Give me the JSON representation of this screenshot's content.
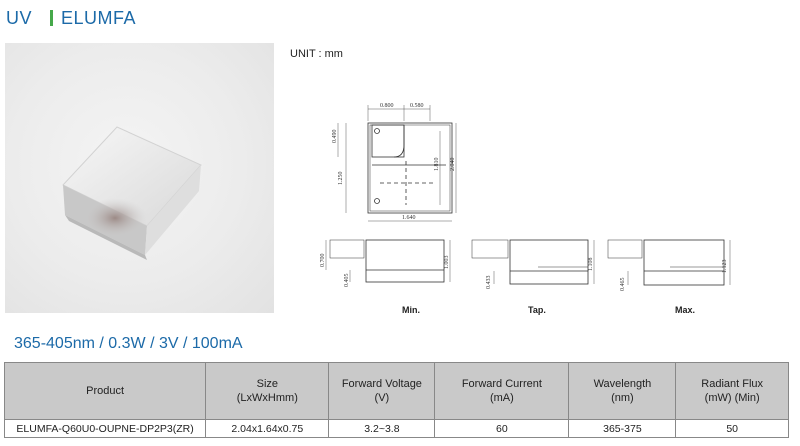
{
  "header": {
    "uv": "UV",
    "product_name": "ELUMFA"
  },
  "unit_label": "UNIT : mm",
  "top_view": {
    "dims": [
      "0.800",
      "0.580",
      "0.490",
      "1.250",
      "1.810",
      "2.040",
      "1.640"
    ]
  },
  "side_views": [
    {
      "label": "Min.",
      "dims": [
        "0.700",
        "0.405",
        "1.003"
      ]
    },
    {
      "label": "Tap.",
      "dims": [
        "0.433",
        "1.108"
      ]
    },
    {
      "label": "Max.",
      "dims": [
        "0.465",
        "1.123"
      ]
    }
  ],
  "spec_line": "365-405nm / 0.3W / 3V / 100mA",
  "table": {
    "headers": [
      {
        "line1": "Product",
        "line2": ""
      },
      {
        "line1": "Size",
        "line2": "(LxWxHmm)"
      },
      {
        "line1": "Forward Voltage",
        "line2": "(V)"
      },
      {
        "line1": "Forward Current",
        "line2": "(mA)"
      },
      {
        "line1": "Wavelength",
        "line2": "(nm)"
      },
      {
        "line1": "Radiant Flux",
        "line2": "(mW) (Min)"
      }
    ],
    "rows": [
      [
        "ELUMFA-Q60U0-OUPNE-DP2P3(ZR)",
        "2.04x1.64x0.75",
        "3.2~3.8",
        "60",
        "365-375",
        "50"
      ]
    ]
  }
}
